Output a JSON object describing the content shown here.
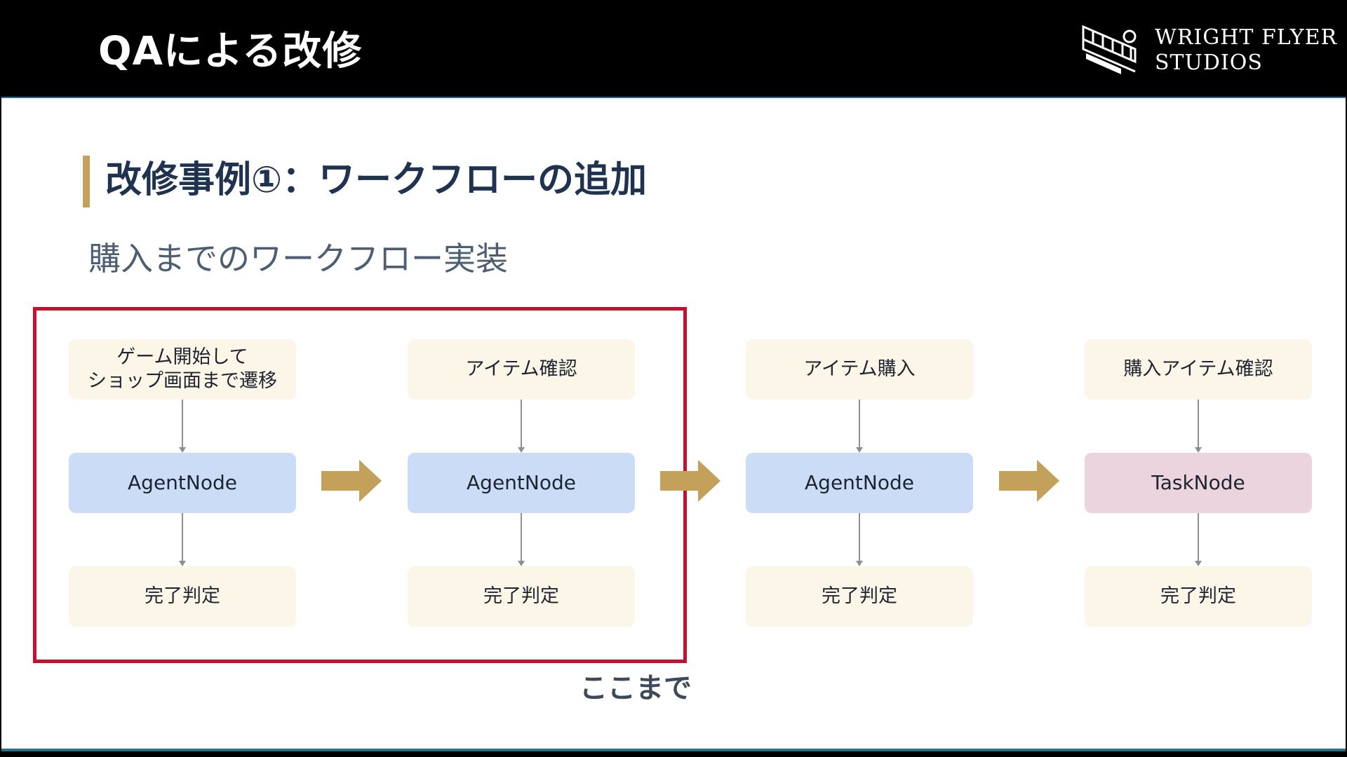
{
  "header": {
    "title": "QAによる改修",
    "logo": {
      "line1": "WRIGHT FLYER",
      "line2": "STUDIOS"
    }
  },
  "section": {
    "title": "改修事例①：ワークフローの追加",
    "subtitle": "購入までのワークフロー実装"
  },
  "highlight": {
    "note": "ここまで"
  },
  "colors": {
    "accent_gold": "#c4a15b",
    "frame_red": "#c8102e",
    "step_box": "#fbf6e7",
    "agent_box": "#cbdcf6",
    "task_box": "#ebd4de",
    "title_navy": "#1f3350"
  },
  "columns": [
    {
      "step": "ゲーム開始して\nショップ画面まで遷移",
      "node": "AgentNode",
      "node_type": "agent",
      "result": "完了判定"
    },
    {
      "step": "アイテム確認",
      "node": "AgentNode",
      "node_type": "agent",
      "result": "完了判定"
    },
    {
      "step": "アイテム購入",
      "node": "AgentNode",
      "node_type": "agent",
      "result": "完了判定"
    },
    {
      "step": "購入アイテム確認",
      "node": "TaskNode",
      "node_type": "task",
      "result": "完了判定"
    }
  ]
}
